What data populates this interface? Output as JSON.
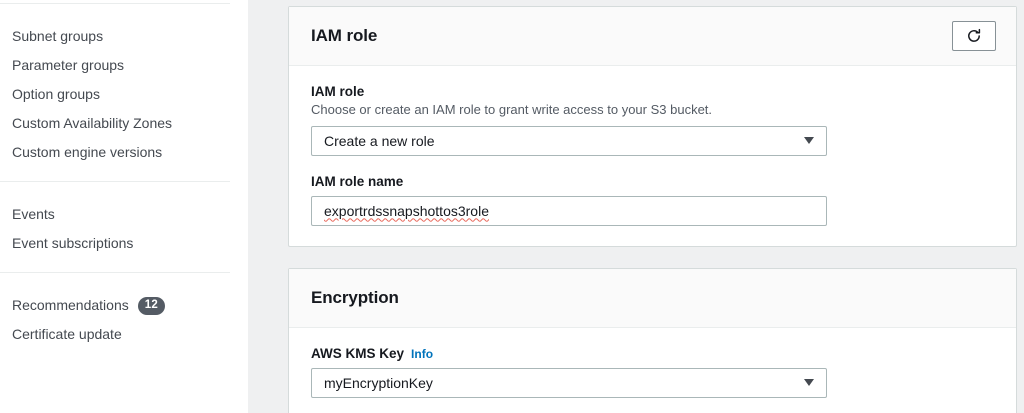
{
  "sidebar": {
    "groups": [
      {
        "items": [
          {
            "label": "Subnet groups",
            "name": "sidebar-item-subnet-groups"
          },
          {
            "label": "Parameter groups",
            "name": "sidebar-item-parameter-groups"
          },
          {
            "label": "Option groups",
            "name": "sidebar-item-option-groups"
          },
          {
            "label": "Custom Availability Zones",
            "name": "sidebar-item-custom-availability-zones"
          },
          {
            "label": "Custom engine versions",
            "name": "sidebar-item-custom-engine-versions"
          }
        ]
      },
      {
        "items": [
          {
            "label": "Events",
            "name": "sidebar-item-events"
          },
          {
            "label": "Event subscriptions",
            "name": "sidebar-item-event-subscriptions"
          }
        ]
      },
      {
        "items": [
          {
            "label": "Recommendations",
            "name": "sidebar-item-recommendations",
            "badge": "12"
          },
          {
            "label": "Certificate update",
            "name": "sidebar-item-certificate-update"
          }
        ]
      }
    ]
  },
  "iam_role_card": {
    "title": "IAM role",
    "refresh_icon": "refresh-icon",
    "role_field": {
      "label": "IAM role",
      "description": "Choose or create an IAM role to grant write access to your S3 bucket.",
      "value": "Create a new role",
      "icon": "chevron-down-icon"
    },
    "role_name_field": {
      "label": "IAM role name",
      "value": "exportrdssnapshottos3role"
    }
  },
  "encryption_card": {
    "title": "Encryption",
    "kms_field": {
      "label": "AWS KMS Key",
      "info_label": "Info",
      "value": "myEncryptionKey",
      "icon": "chevron-down-icon"
    }
  },
  "colors": {
    "accent_link": "#0073bb",
    "badge_bg": "#545b64",
    "page_bg": "#eff0f1",
    "card_border": "#d5dbdb",
    "spellcheck_underline": "#e8675a"
  }
}
